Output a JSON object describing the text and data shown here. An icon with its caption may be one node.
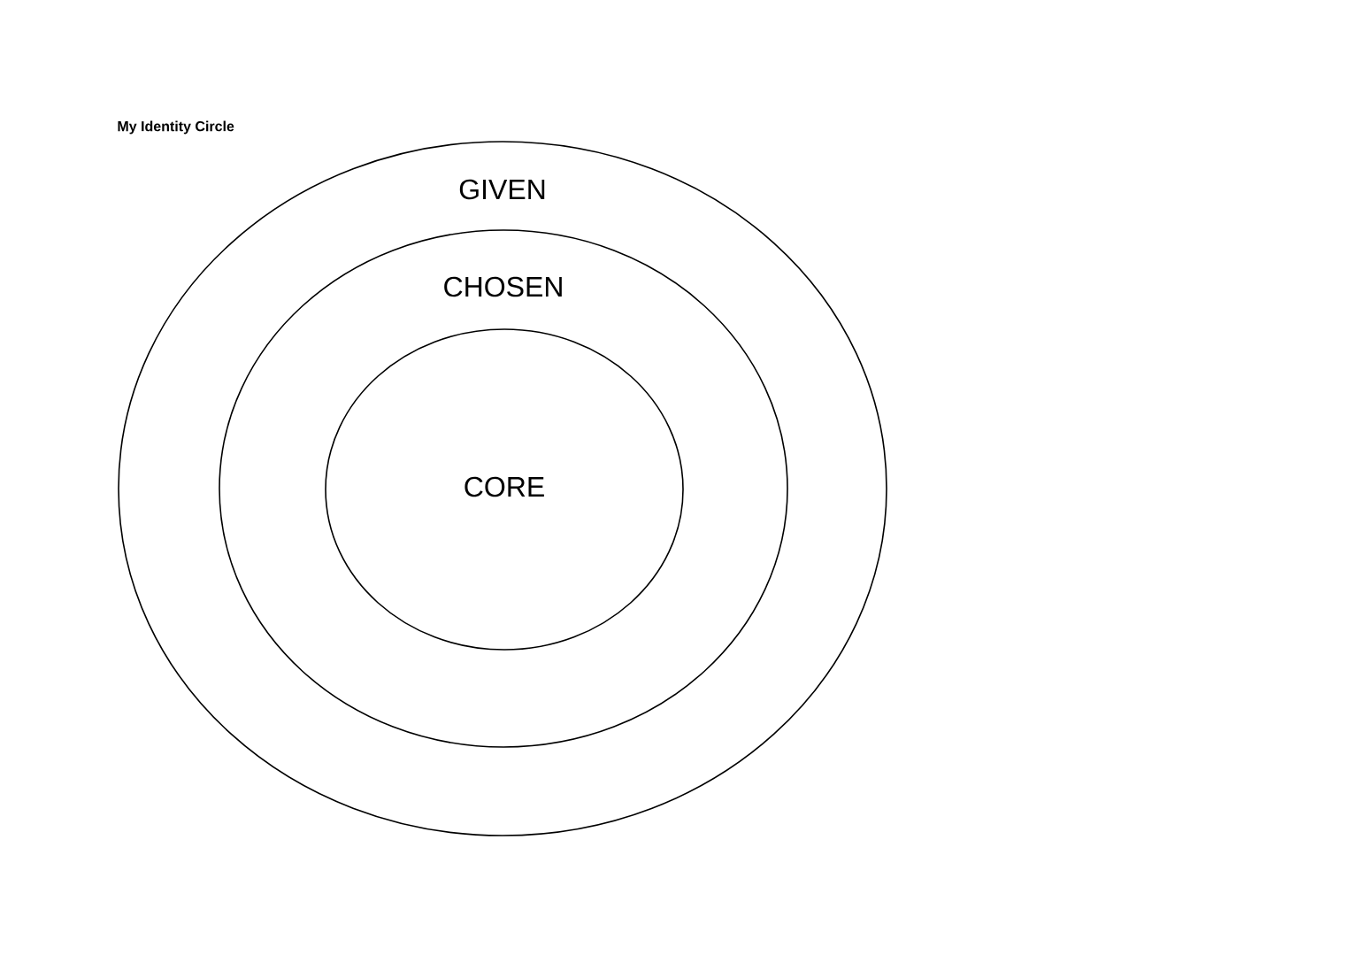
{
  "diagram": {
    "title": "My Identity Circle",
    "nodes": [
      {
        "text": [
          "GIVEN"
        ]
      },
      {
        "text": [
          "CHOSEN"
        ],
        "in": 0
      },
      {
        "text": [
          "CORE"
        ],
        "in": 1
      }
    ],
    "edges": []
  }
}
